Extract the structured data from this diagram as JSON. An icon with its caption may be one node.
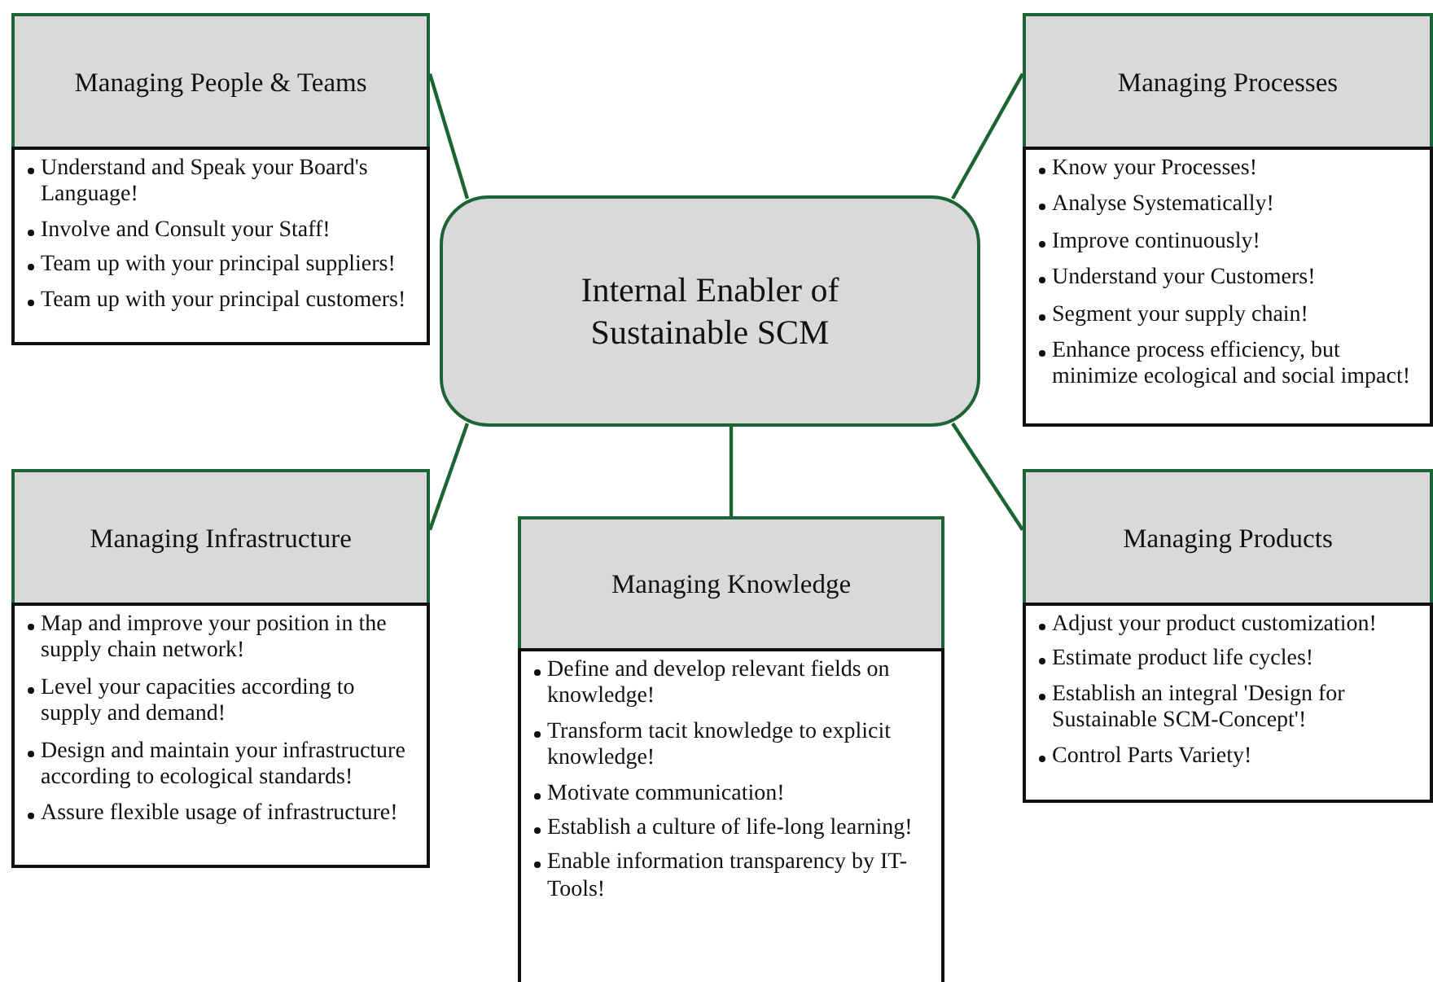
{
  "diagram": {
    "nodes": [
      {
        "text": [
          "Internal Enabler of Sustainable SCM"
        ]
      },
      {
        "text": [
          "Managing People & Teams"
        ]
      },
      {
        "text": [
          "Understand and Speak your Board's Language!",
          "Involve and Consult your Staff!",
          "Team up with your principal suppliers!",
          "Team up with your principal customers!"
        ]
      },
      {
        "text": [
          "Managing Processes"
        ]
      },
      {
        "text": [
          "Know your Processes!",
          "Analyse Systematically!",
          "Improve continuously!",
          "Understand your Customers!",
          "Segment your supply chain!",
          "Enhance process efficiency, but minimize ecological and social impact!"
        ]
      },
      {
        "text": [
          "Managing Infrastructure"
        ]
      },
      {
        "text": [
          "Map and improve your position in the supply chain network!",
          "Level your capacities according to supply and demand!",
          "Design and maintain your infrastructure according to ecological standards!",
          "Assure flexible usage of infrastructure!"
        ]
      },
      {
        "text": [
          "Managing Knowledge"
        ]
      },
      {
        "text": [
          "Define and develop relevant fields on knowledge!",
          "Transform tacit knowledge to explicit knowledge!",
          "Motivate communication!",
          "Establish a culture of life-long learning!",
          "Enable information transparency by IT-Tools!"
        ]
      },
      {
        "text": [
          "Managing Products"
        ]
      },
      {
        "text": [
          "Adjust your product customization!",
          "Estimate product life cycles!",
          "Establish an integral 'Design for Sustainable SCM-Concept'!",
          "Control Parts Variety!"
        ]
      }
    ],
    "edges": [
      {
        "from": 0,
        "to": 1,
        "arrow": "none"
      },
      {
        "from": 0,
        "to": 3,
        "arrow": "none"
      },
      {
        "from": 0,
        "to": 5,
        "arrow": "none"
      },
      {
        "from": 0,
        "to": 7,
        "arrow": "none"
      },
      {
        "from": 0,
        "to": 9,
        "arrow": "none"
      }
    ]
  }
}
